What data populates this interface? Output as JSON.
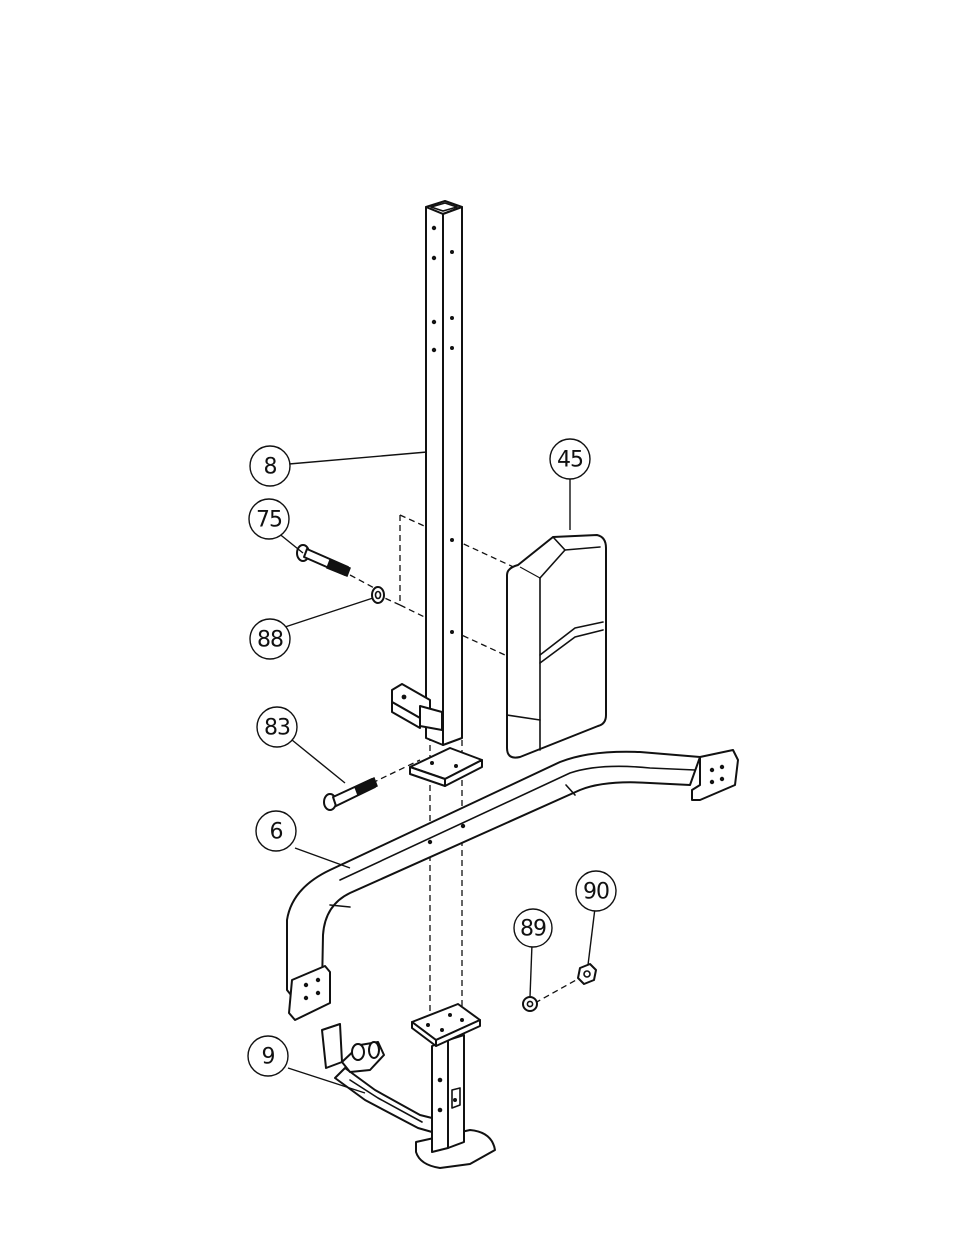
{
  "callouts": {
    "p8": "8",
    "p45": "45",
    "p75": "75",
    "p88": "88",
    "p83": "83",
    "p6": "6",
    "p90": "90",
    "p89": "89",
    "p9": "9"
  }
}
